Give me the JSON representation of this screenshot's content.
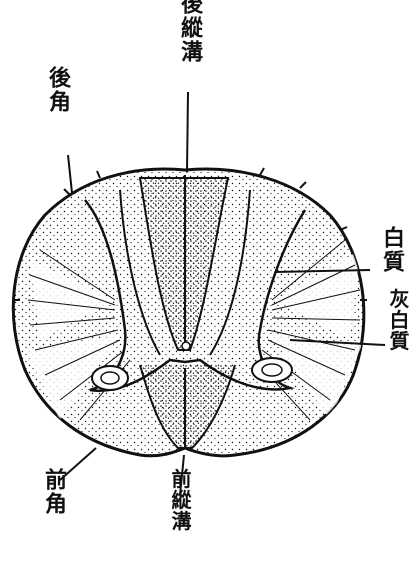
{
  "labels": {
    "posterior_median_sulcus": "後縱溝",
    "posterior_horn": "後角",
    "white_matter": "白質",
    "grey_matter": "灰白質",
    "anterior_horn": "前角",
    "anterior_median_fissure": "前縱溝"
  },
  "colors": {
    "ink": "#111111",
    "paper": "#ffffff"
  }
}
